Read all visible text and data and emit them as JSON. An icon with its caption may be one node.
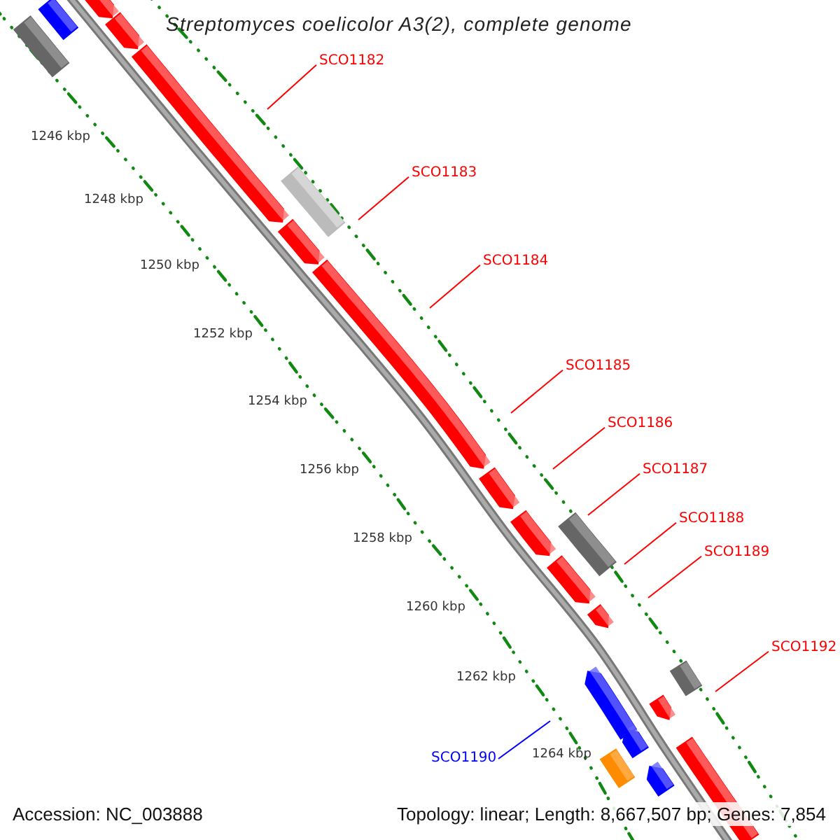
{
  "diagram": {
    "title": "Streptomyces coelicolor A3(2), complete genome",
    "nodes": [
      {
        "text": [
          "SCO1182"
        ]
      },
      {
        "text": [
          "SCO1183"
        ]
      },
      {
        "text": [
          "SCO1184"
        ]
      },
      {
        "text": [
          "SCO1185"
        ]
      },
      {
        "text": [
          "SCO1186"
        ]
      },
      {
        "text": [
          "SCO1187"
        ]
      },
      {
        "text": [
          "SCO1188"
        ]
      },
      {
        "text": [
          "SCO1189"
        ]
      },
      {
        "text": [
          "SCO1192"
        ]
      },
      {
        "text": [
          "SCO1190"
        ]
      }
    ],
    "edges": [
      {
        "from": 0,
        "to": null,
        "arrow": "none"
      },
      {
        "from": 1,
        "to": null,
        "arrow": "none"
      },
      {
        "from": 2,
        "to": null,
        "arrow": "none"
      },
      {
        "from": 3,
        "to": null,
        "arrow": "none"
      },
      {
        "from": 4,
        "to": null,
        "arrow": "none"
      },
      {
        "from": 5,
        "to": null,
        "arrow": "none"
      },
      {
        "from": 6,
        "to": null,
        "arrow": "none"
      },
      {
        "from": 7,
        "to": null,
        "arrow": "none"
      },
      {
        "from": 8,
        "to": null,
        "arrow": "none"
      },
      {
        "from": 9,
        "to": null,
        "arrow": "none",
        "color": "#0000ff"
      }
    ],
    "labels": [
      "1246 kbp",
      "1248 kbp",
      "1250 kbp",
      "1252 kbp",
      "1254 kbp",
      "1256 kbp",
      "1258 kbp",
      "1260 kbp",
      "1262 kbp",
      "1264 kbp",
      "Accession: NC_003888",
      "Topology: linear; Length: 8,667,507 bp; Genes: 7,854"
    ]
  }
}
